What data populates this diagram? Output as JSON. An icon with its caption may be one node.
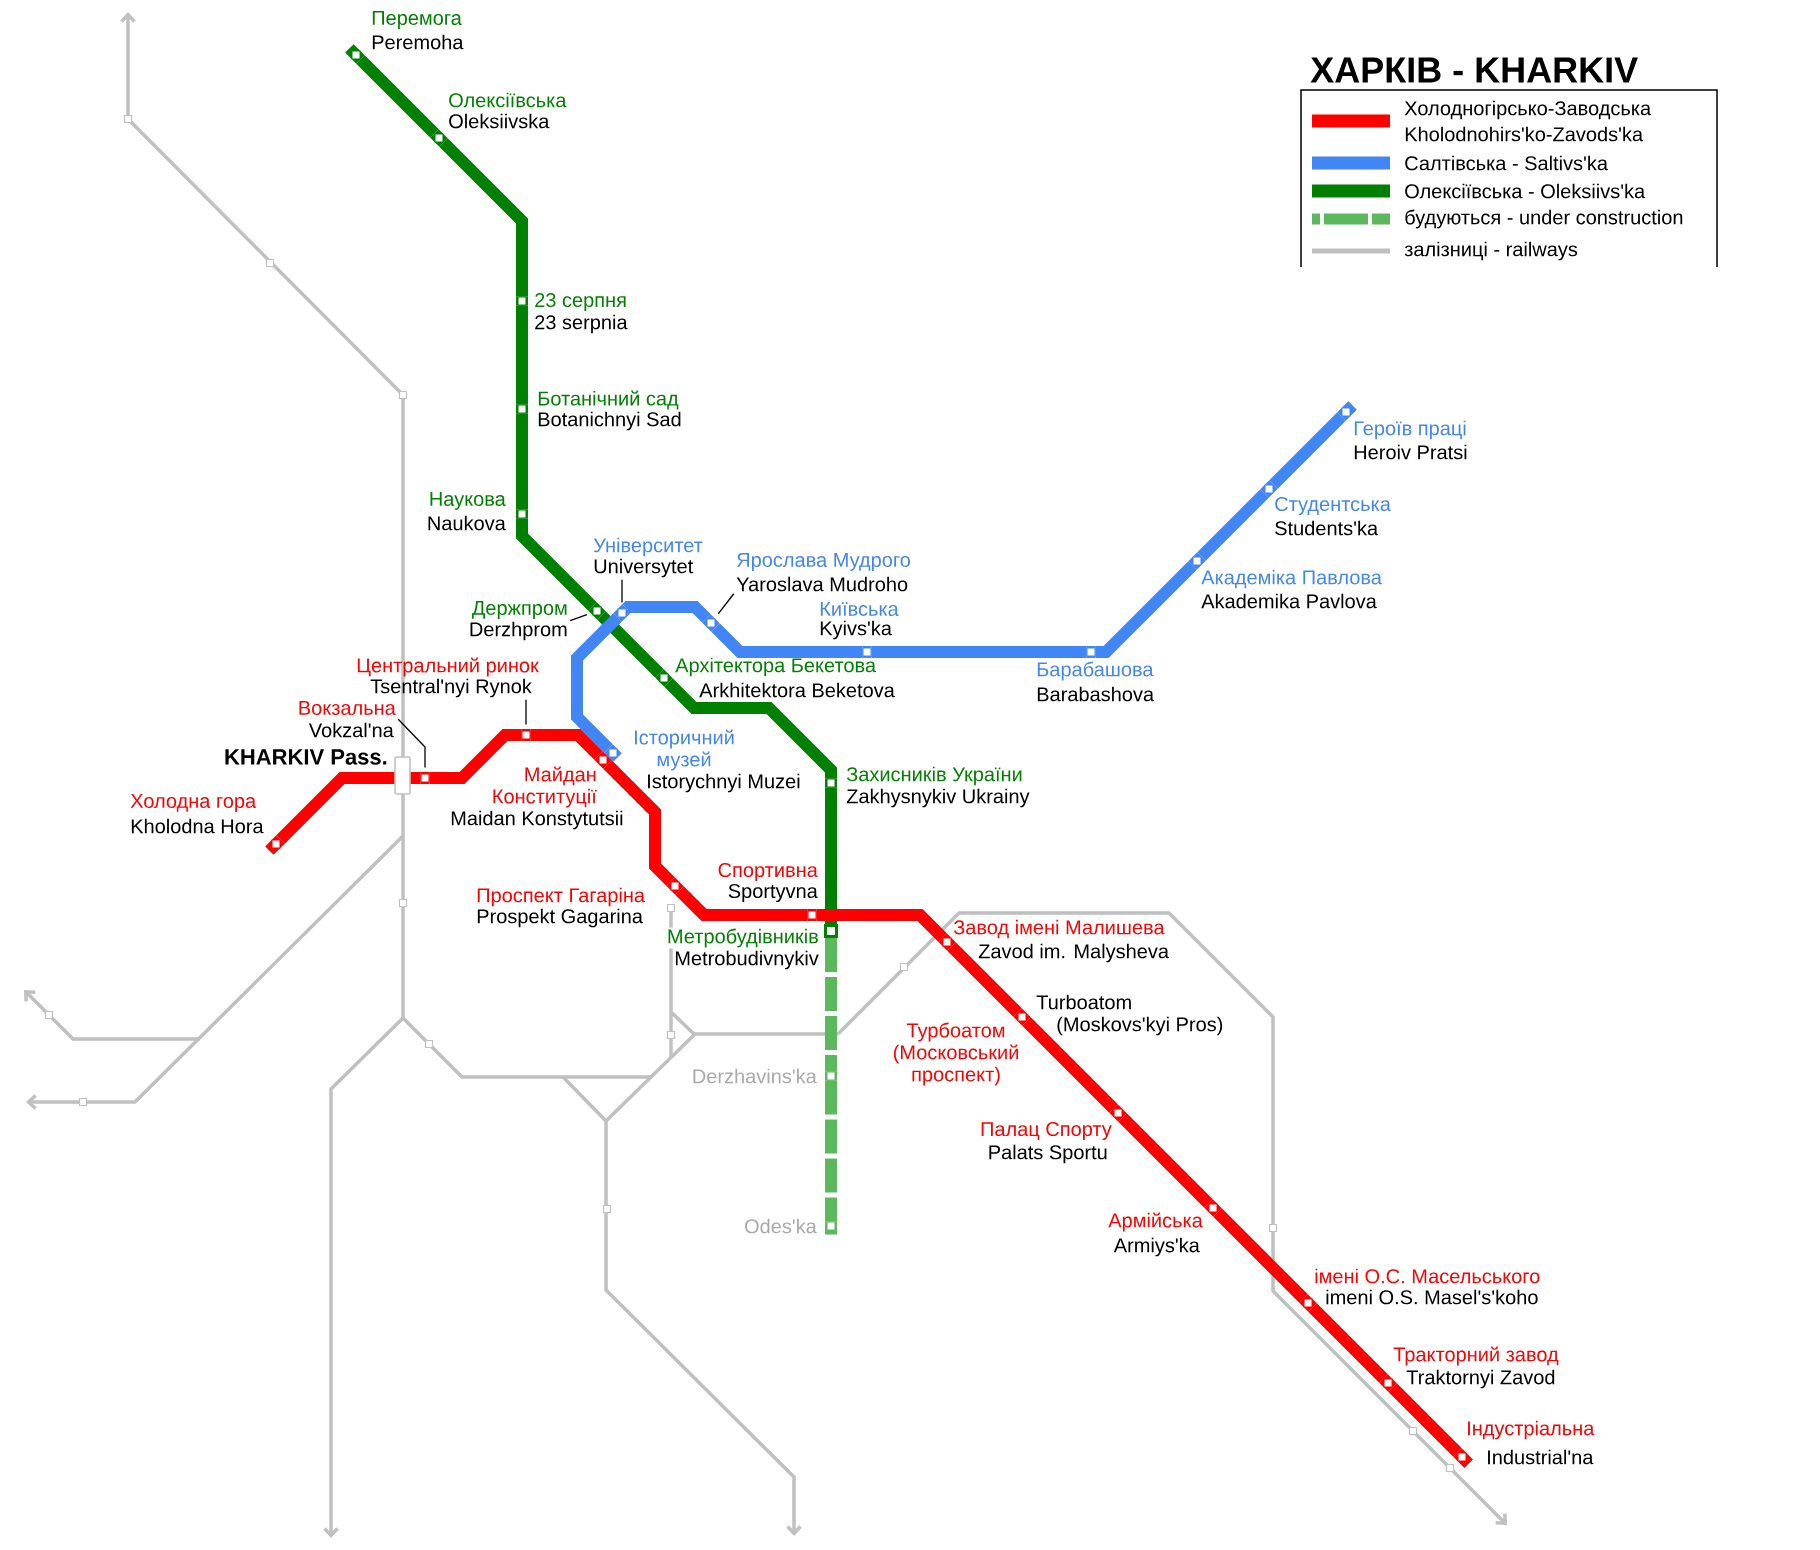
{
  "diagram": {
    "title": "ХАРКІВ - KHARKIV",
    "nodes": [
      {
        "text": [
          "Перемога",
          "Peremoha"
        ]
      },
      {
        "text": [
          "Олексіївська",
          "Oleksiivska"
        ]
      },
      {
        "text": [
          "23 серпня",
          "23 serpnia"
        ]
      },
      {
        "text": [
          "Ботанічний сад",
          "Botanichnyi Sad"
        ]
      },
      {
        "text": [
          "Наукова",
          "Naukova"
        ]
      },
      {
        "text": [
          "Держпром",
          "Derzhprom"
        ]
      },
      {
        "text": [],
        "shape": "box"
      },
      {
        "text": [
          "Архітектора Бекетова",
          "Arkhitektora Beketova"
        ]
      },
      {
        "text": [
          "Захисників України",
          "Zakhysnykiv Ukrainy"
        ]
      },
      {
        "text": [
          "Метробудівників",
          "Metrobudivnykiv"
        ]
      },
      {
        "text": [
          "Героїв праці",
          "Heroiv Pratsi"
        ]
      },
      {
        "text": [
          "Студентська",
          "Students'ka"
        ]
      },
      {
        "text": [
          "Академіка Павлова",
          "Akademika Pavlova"
        ]
      },
      {
        "text": [
          "Барабашова",
          "Barabashova"
        ]
      },
      {
        "text": [
          "Київська",
          "Kyivs'ka"
        ]
      },
      {
        "text": [
          "Ярослава Мудрого",
          "Yaroslava Mudroho"
        ]
      },
      {
        "text": [],
        "shape": "box"
      },
      {
        "text": [
          "Університет",
          "Universytet"
        ]
      },
      {
        "text": [],
        "shape": "box"
      },
      {
        "text": [
          "Історичний музей",
          "Istorychnyi Muzei"
        ]
      },
      {
        "text": [
          "Холодна гора",
          "Kholodna Hora"
        ]
      },
      {
        "text": [
          "Вокзальна",
          "Vokzal'na"
        ]
      },
      {
        "text": [],
        "shape": "box"
      },
      {
        "text": [
          "Центральний ринок",
          "Tsentral'nyi Rynok"
        ]
      },
      {
        "text": [],
        "shape": "box"
      },
      {
        "text": [
          "Майдан Конституції",
          "Maidan Konstytutsii"
        ]
      },
      {
        "text": [
          "Проспект Гагаріна",
          "Prospekt Gagarina"
        ]
      },
      {
        "text": [
          "Спортивна",
          "Sportyvna"
        ]
      },
      {
        "text": [
          "Завод імені Малишева",
          "Zavod im. Malysheva"
        ]
      },
      {
        "text": [
          "Турбоатом (Московський проспект)",
          "Turboatom (Moskovs'kyi Pros)"
        ]
      },
      {
        "text": [
          "Палац Спорту",
          "Palats Sportu"
        ]
      },
      {
        "text": [
          "Армійська",
          "Armiys'ka"
        ]
      },
      {
        "text": [
          "імені О.С. Масельського",
          "imeni O.S. Masel's'koho"
        ]
      },
      {
        "text": [
          "Тракторний завод",
          "Traktornyi Zavod"
        ]
      },
      {
        "text": [
          "Індустріальна",
          "Industrial'na"
        ]
      },
      {
        "text": [
          "Derzhavins'ka"
        ]
      },
      {
        "text": [
          "Odes'ka"
        ]
      }
    ],
    "edges": [
      {
        "from": 0,
        "to": 1,
        "arrow": "none",
        "color": "#008000"
      },
      {
        "from": 1,
        "to": 2,
        "arrow": "none",
        "color": "#008000"
      },
      {
        "from": 2,
        "to": 3,
        "arrow": "none",
        "color": "#008000"
      },
      {
        "from": 3,
        "to": 4,
        "arrow": "none",
        "color": "#008000"
      },
      {
        "from": 4,
        "to": 6,
        "arrow": "none",
        "color": "#008000"
      },
      {
        "from": 6,
        "to": 7,
        "arrow": "none",
        "color": "#008000"
      },
      {
        "from": 7,
        "to": 8,
        "arrow": "none",
        "color": "#008000"
      },
      {
        "from": 8,
        "to": 9,
        "arrow": "none",
        "color": "#008000"
      },
      {
        "from": 10,
        "to": 11,
        "arrow": "none",
        "color": "#4285f4"
      },
      {
        "from": 11,
        "to": 12,
        "arrow": "none",
        "color": "#4285f4"
      },
      {
        "from": 12,
        "to": 13,
        "arrow": "none",
        "color": "#4285f4"
      },
      {
        "from": 13,
        "to": 14,
        "arrow": "none",
        "color": "#4285f4"
      },
      {
        "from": 14,
        "to": 16,
        "arrow": "none",
        "color": "#4285f4"
      },
      {
        "from": 16,
        "to": 18,
        "arrow": "none",
        "color": "#4285f4"
      },
      {
        "from": 18,
        "to": 19,
        "arrow": "none",
        "color": "#4285f4"
      },
      {
        "from": 20,
        "to": 22,
        "arrow": "none"
      },
      {
        "from": 22,
        "to": 24,
        "arrow": "none"
      },
      {
        "from": 24,
        "to": 25,
        "arrow": "none"
      },
      {
        "from": 25,
        "to": 26,
        "arrow": "none"
      },
      {
        "from": 26,
        "to": 27,
        "arrow": "none"
      },
      {
        "from": 27,
        "to": 28,
        "arrow": "none"
      },
      {
        "from": 28,
        "to": 29,
        "arrow": "none"
      },
      {
        "from": 29,
        "to": 30,
        "arrow": "none"
      },
      {
        "from": 30,
        "to": 31,
        "arrow": "none"
      },
      {
        "from": 31,
        "to": 32,
        "arrow": "none"
      },
      {
        "from": 32,
        "to": 33,
        "arrow": "none"
      },
      {
        "from": 33,
        "to": 34,
        "arrow": "none"
      },
      {
        "from": 9,
        "to": 35,
        "arrow": "none",
        "style": "dashed",
        "color": "#5cb85c"
      },
      {
        "from": 35,
        "to": 36,
        "arrow": "none",
        "style": "dashed",
        "color": "#5cb85c"
      },
      {
        "from": 5,
        "to": 6,
        "arrow": "none",
        "color": "#000000"
      },
      {
        "from": 15,
        "to": 16,
        "arrow": "none",
        "color": "#000000"
      },
      {
        "from": 17,
        "to": 18,
        "arrow": "none",
        "color": "#000000"
      },
      {
        "from": 21,
        "to": 22,
        "arrow": "none",
        "color": "#000000"
      },
      {
        "from": 23,
        "to": 24,
        "arrow": "none",
        "color": "#000000"
      }
    ],
    "labels": [
      "KHARKIV Pass."
    ],
    "legend": [
      {
        "text": "Холодногірсько-Заводська Kholodnohirs'ko-Zavods'ka",
        "color": "#ff0000"
      },
      {
        "text": "Салтівська - Saltivs'ka",
        "color": "#4285f4"
      },
      {
        "text": "Олексіївська - Oleksiivs'ka",
        "color": "#008000"
      },
      {
        "text": "будуються - under construction",
        "color": "#5cb85c"
      },
      {
        "text": "залізниці - railways",
        "color": "#c0c0c0"
      }
    ]
  }
}
